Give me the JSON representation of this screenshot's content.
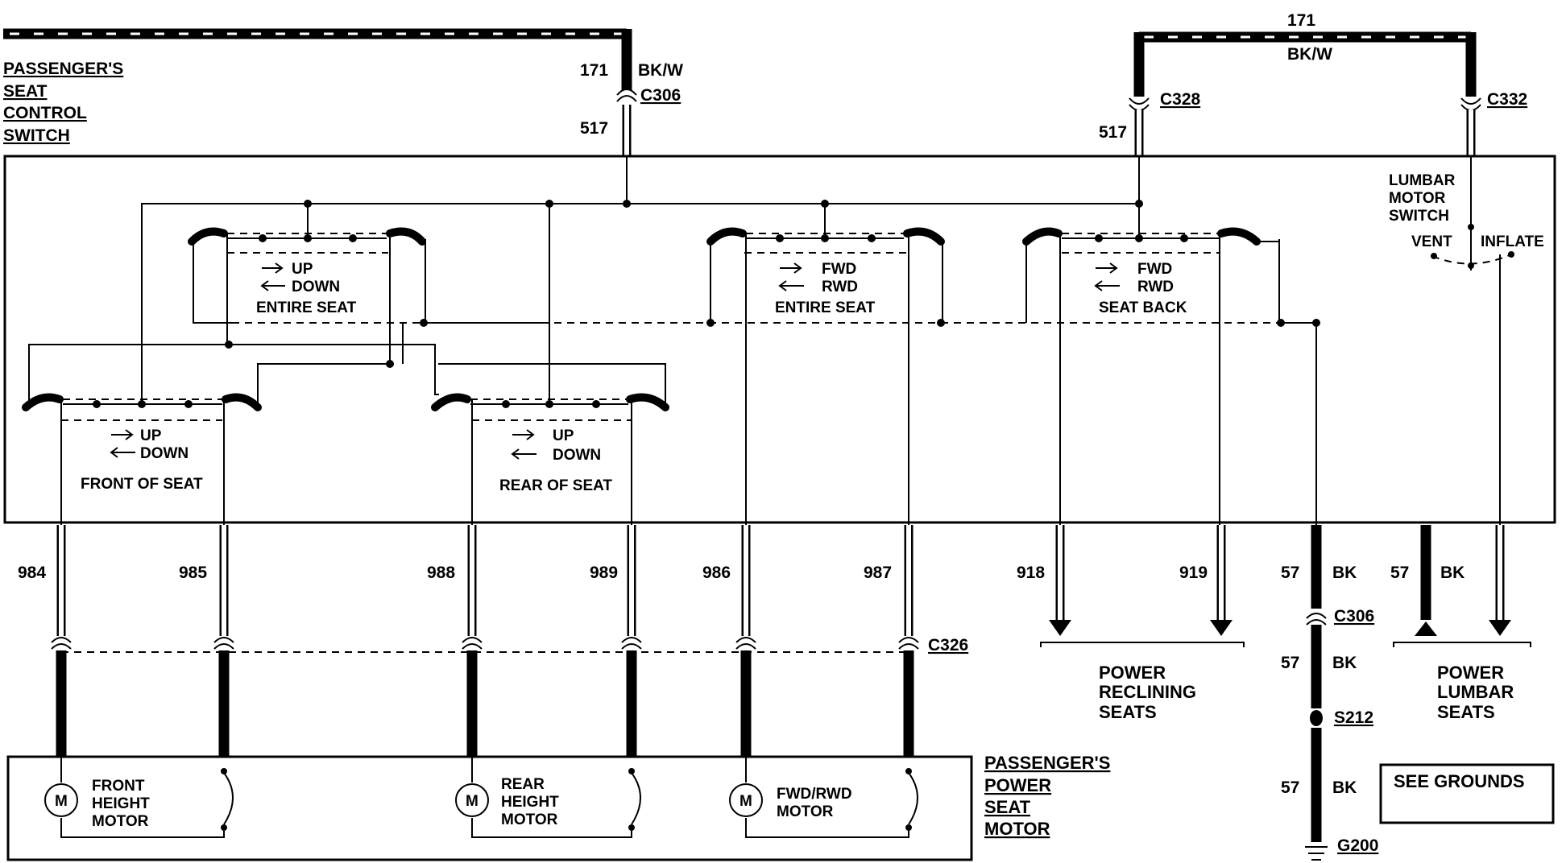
{
  "labels": {
    "passenger_seat_control_switch": [
      "PASSENGER'S",
      "SEAT",
      "CONTROL",
      "SWITCH"
    ],
    "passenger_power_seat_motor": [
      "PASSENGER'S",
      "POWER",
      "SEAT",
      "MOTOR"
    ]
  },
  "top_feed": {
    "circuit_171_left": "171",
    "wire_color_left": "BK/W",
    "circuit_171_right": "171",
    "wire_color_right": "BK/W",
    "c306": "C306",
    "c328": "C328",
    "c332": "C332",
    "circuit_517_left": "517",
    "circuit_517_right": "517"
  },
  "switches": {
    "entire_seat_updown": {
      "up": "UP",
      "down": "DOWN",
      "name": "ENTIRE SEAT"
    },
    "entire_seat_fwdrwd": {
      "fwd": "FWD",
      "rwd": "RWD",
      "name": "ENTIRE SEAT"
    },
    "seat_back": {
      "fwd": "FWD",
      "rwd": "RWD",
      "name": "SEAT BACK"
    },
    "front_of_seat": {
      "up": "UP",
      "down": "DOWN",
      "name": "FRONT OF SEAT"
    },
    "rear_of_seat": {
      "up": "UP",
      "down": "DOWN",
      "name": "REAR OF SEAT"
    },
    "lumbar": {
      "title": [
        "LUMBAR",
        "MOTOR",
        "SWITCH"
      ],
      "vent": "VENT",
      "inflate": "INFLATE"
    }
  },
  "circuits": {
    "c984": "984",
    "c985": "985",
    "c988": "988",
    "c989": "989",
    "c986": "986",
    "c987": "987",
    "c918": "918",
    "c919": "919",
    "c57a": "57",
    "c57b": "57",
    "c57c": "57",
    "c57d": "57",
    "bk_a": "BK",
    "bk_b": "BK",
    "bk_c": "BK",
    "bk_d": "BK",
    "c326": "C326",
    "c306_lower": "C306",
    "s212": "S212",
    "g200": "G200"
  },
  "destinations": {
    "power_reclining_seats": [
      "POWER",
      "RECLINING",
      "SEATS"
    ],
    "power_lumbar_seats": [
      "POWER",
      "LUMBAR",
      "SEATS"
    ],
    "see_grounds": "SEE GROUNDS"
  },
  "motors": {
    "symbol": "M",
    "front_height": [
      "FRONT",
      "HEIGHT",
      "MOTOR"
    ],
    "rear_height": [
      "REAR",
      "HEIGHT",
      "MOTOR"
    ],
    "fwd_rwd": [
      "FWD/RWD",
      "MOTOR"
    ]
  }
}
